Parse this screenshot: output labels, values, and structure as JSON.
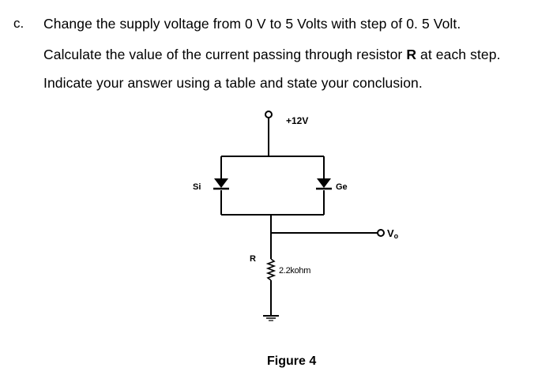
{
  "question": {
    "label": "c.",
    "line1": "Change the supply voltage from 0 V to 5 Volts with step of 0. 5 Volt.",
    "line2_before": "Calculate the value of the current passing through resistor ",
    "line2_bold": "R",
    "line2_after": " at each step.",
    "line3": "Indicate your answer using a table and state your conclusion."
  },
  "circuit": {
    "supply_label": "+12V",
    "diode_left_label": "Si",
    "diode_right_label": "Ge",
    "output_label": "V",
    "output_subscript": "o",
    "resistor_label": "R",
    "resistor_value": "2.2kohm"
  },
  "figure_caption": "Figure 4"
}
